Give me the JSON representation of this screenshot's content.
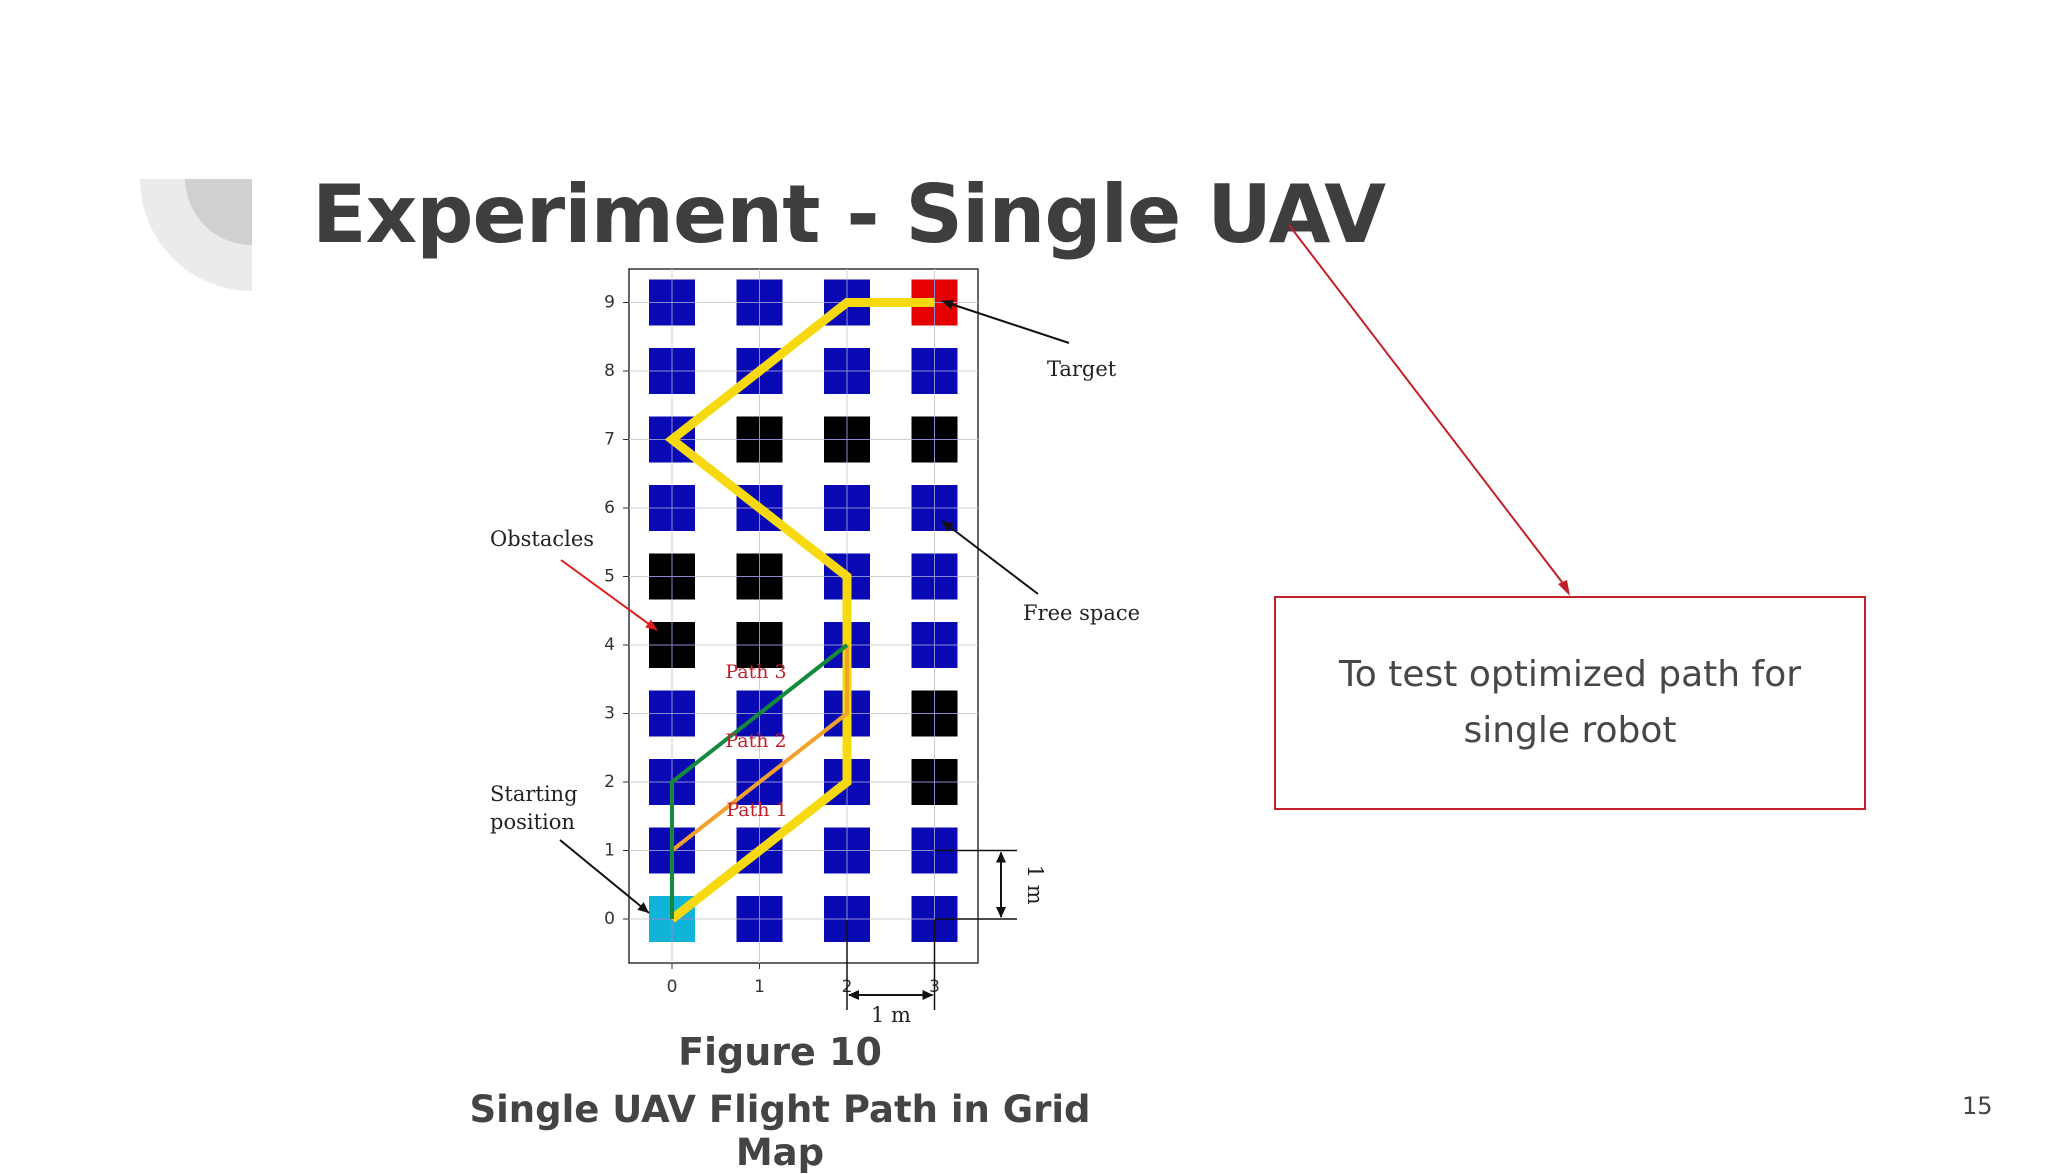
{
  "slide": {
    "title": "Experiment - Single UAV",
    "page_number": "15"
  },
  "figure": {
    "caption_number": "Figure 10",
    "caption_text": "Single UAV Flight Path in Grid Map",
    "x_ticks": [
      "0",
      "1",
      "2",
      "3"
    ],
    "y_ticks": [
      "0",
      "1",
      "2",
      "3",
      "4",
      "5",
      "6",
      "7",
      "8",
      "9"
    ],
    "annotations": {
      "target": "Target",
      "obstacles": "Obstacles",
      "free_space": "Free space",
      "starting_line1": "Starting",
      "starting_line2": "position",
      "scale_x": "1 m",
      "scale_y": "1 m"
    },
    "path_labels": [
      "Path 3",
      "Path 2",
      "Path 1"
    ],
    "grid": {
      "columns": 4,
      "rows": 10,
      "cells": [
        "BBBR",
        "BBBB",
        "BKKK",
        "BBBB",
        "KKBB",
        "KKBB",
        "BBBK",
        "BBBK",
        "BBBB",
        "SBBB"
      ],
      "cell_colors": {
        "B": "#0a0ab4",
        "K": "#000000",
        "R": "#e50000",
        "S": "#10b4d8"
      }
    },
    "paths": [
      {
        "label": "Path 1",
        "color": "#f7d90f",
        "points": [
          [
            0,
            0
          ],
          [
            2,
            2
          ],
          [
            2,
            5
          ],
          [
            0,
            7
          ],
          [
            2,
            9
          ],
          [
            3,
            9
          ]
        ]
      },
      {
        "label": "Path 2",
        "color": "#f2a22c",
        "points": [
          [
            0,
            0
          ],
          [
            0,
            1
          ],
          [
            2,
            3
          ],
          [
            2,
            4
          ]
        ]
      },
      {
        "label": "Path 3",
        "color": "#138a3c",
        "points": [
          [
            0,
            0
          ],
          [
            0,
            2
          ],
          [
            2,
            4
          ]
        ]
      }
    ]
  },
  "note": {
    "text": "To test optimized path for single robot",
    "border_color": "#c2202b"
  }
}
